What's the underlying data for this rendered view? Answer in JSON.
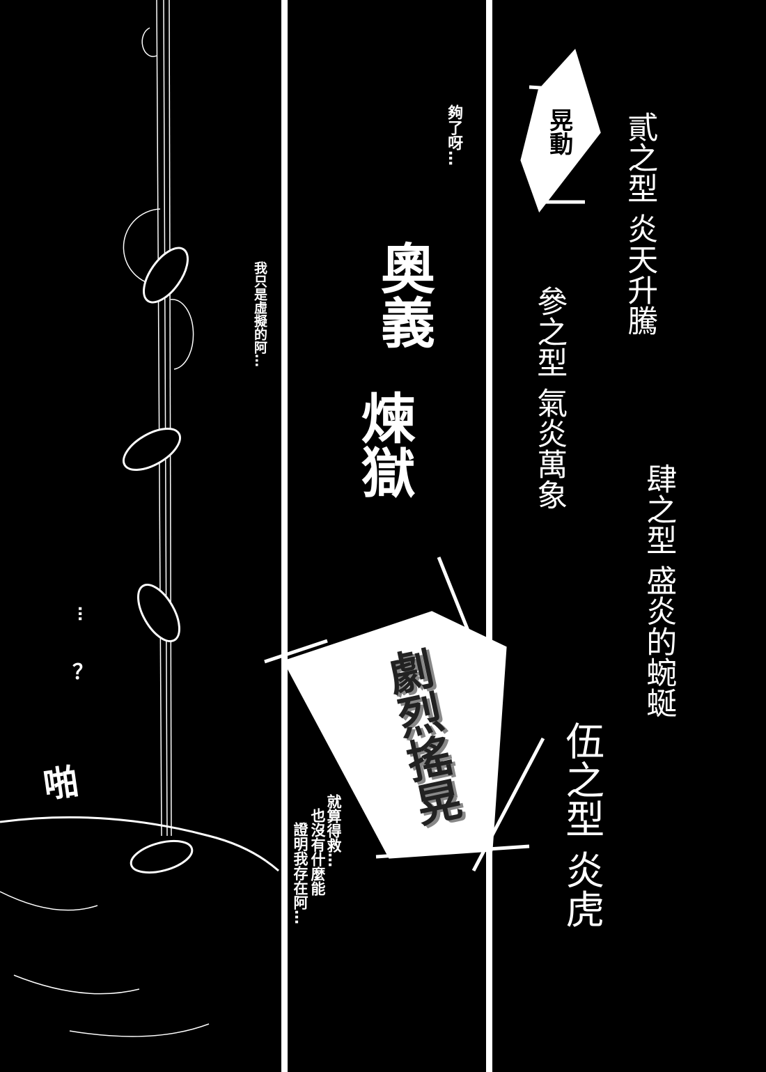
{
  "panels": {
    "left": {
      "thought": "我只是虛擬的阿…",
      "dots": "…",
      "question": "？",
      "sfx_pa": "啪"
    },
    "middle": {
      "sigh": "夠了呀…",
      "title_line1": "奧義",
      "title_line2": "煉獄",
      "sign_text": "劇烈搖晃",
      "monologue_line1": "就算得救…",
      "monologue_line2": "也沒有什麼能",
      "monologue_line3": "證明我存在阿…"
    },
    "right": {
      "sign_text": "晃動",
      "form2": "貳之型 炎天升騰",
      "form3": "參之型 氣炎萬象",
      "form4": "肆之型 盛炎的蜿蜒",
      "form5": "伍之型 炎虎"
    }
  },
  "colors": {
    "background": "#000000",
    "ink": "#ffffff"
  }
}
